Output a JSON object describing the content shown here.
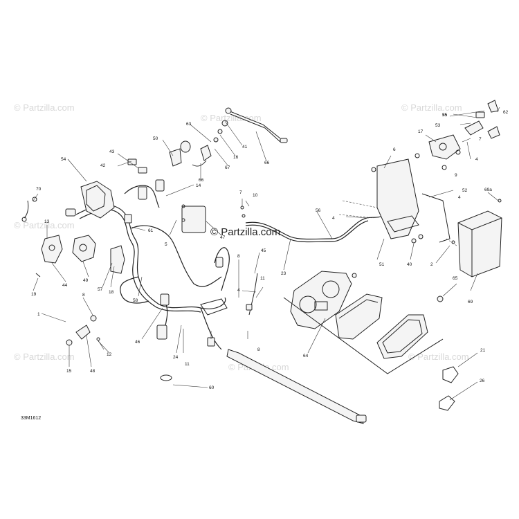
{
  "watermarks": [
    "© Partzilla.com",
    "© Partzilla.com",
    "© Partzilla.com",
    "© Partzilla.com",
    "© Partzilla.com",
    "© Partzilla.com",
    "© Partzilla.com"
  ],
  "center_watermark": "© Partzilla.com",
  "diagram_code": "33M1612",
  "callouts": [
    "1",
    "2",
    "4",
    "4",
    "4",
    "4",
    "5",
    "6",
    "7",
    "7",
    "8",
    "8",
    "8",
    "9",
    "10",
    "11",
    "11",
    "12",
    "13",
    "14",
    "15",
    "16",
    "17",
    "18",
    "19",
    "21",
    "23",
    "24",
    "25",
    "26",
    "40",
    "41",
    "42",
    "43",
    "44",
    "45",
    "46",
    "47",
    "48",
    "49",
    "50",
    "51",
    "52",
    "53",
    "54",
    "55",
    "56",
    "57",
    "58",
    "60",
    "61",
    "62",
    "63",
    "64",
    "65",
    "66",
    "66",
    "67",
    "69",
    "69a",
    "70"
  ]
}
